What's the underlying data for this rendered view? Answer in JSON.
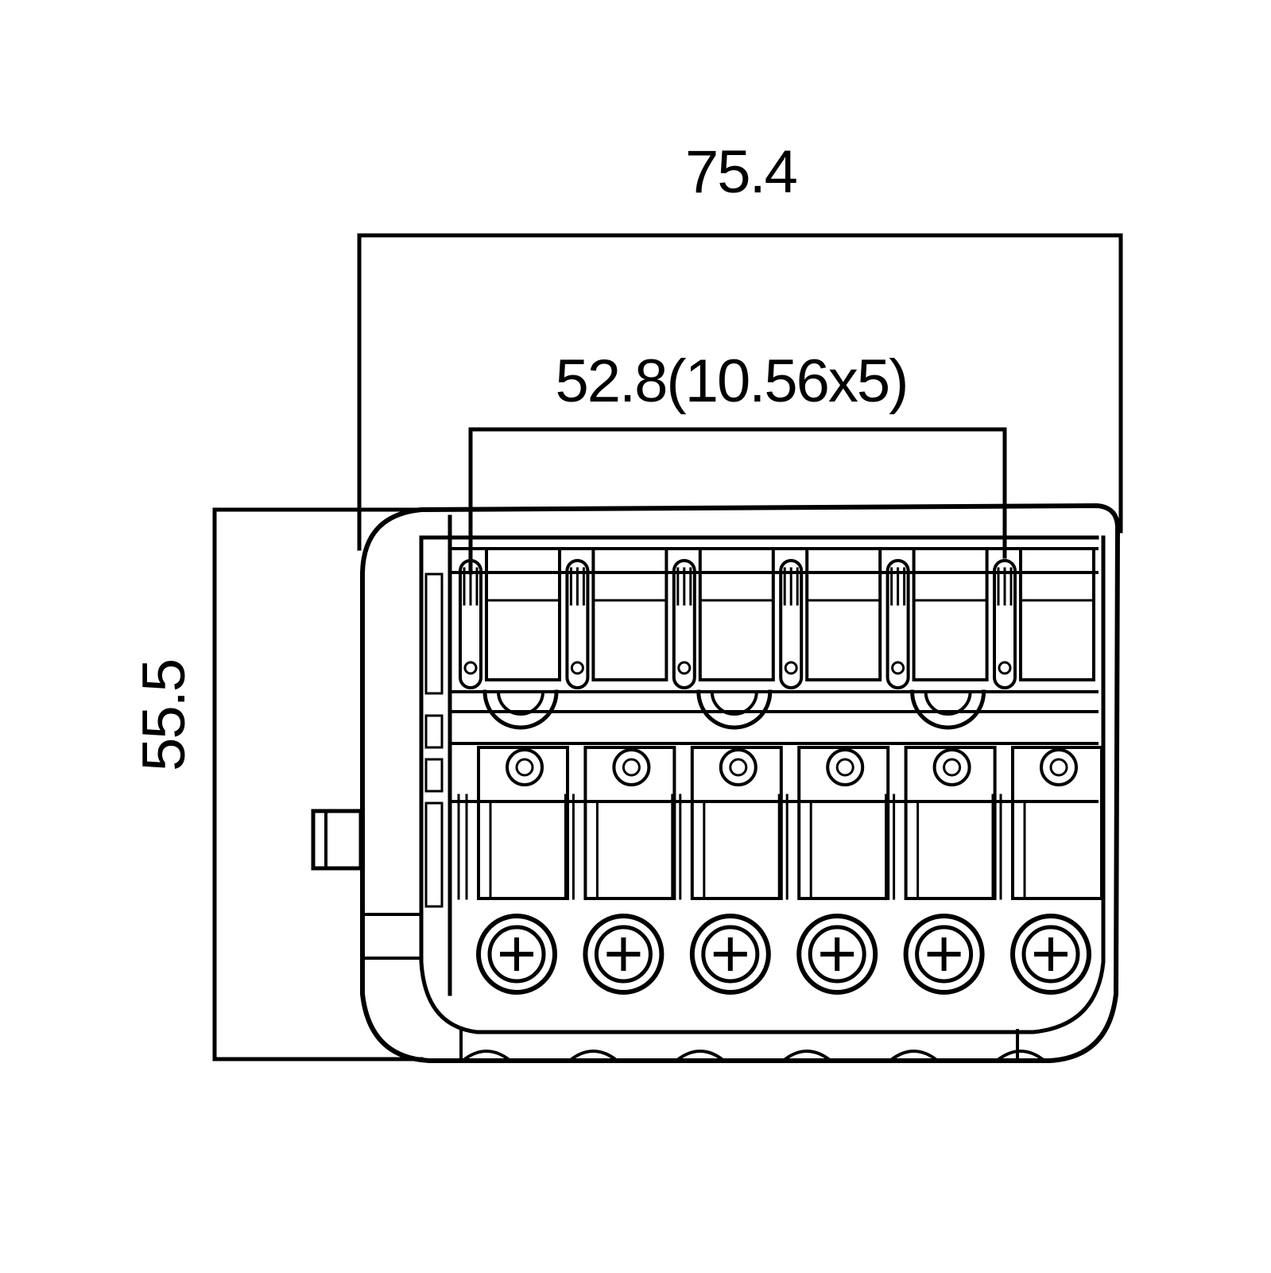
{
  "dimensions": {
    "overall_width": "75.4",
    "saddle_spacing": "52.8(10.56x5)",
    "overall_depth": "55.5"
  },
  "saddle_count": 6,
  "colors": {
    "ink": "#000000",
    "paper": "#ffffff"
  }
}
